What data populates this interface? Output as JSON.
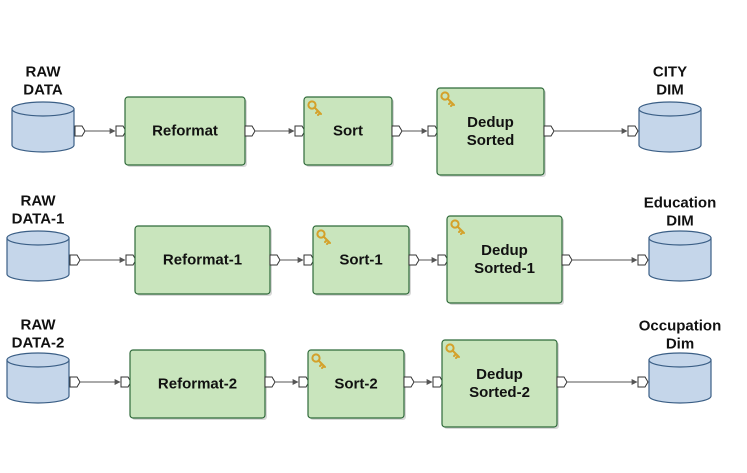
{
  "colors": {
    "node_fill": "#c9e5bd",
    "node_stroke": "#2f6a3a",
    "db_fill": "#c5d6ea",
    "db_stroke": "#3b5f86",
    "edge": "#555555",
    "key": "#d4a12a"
  },
  "rows": [
    {
      "source": {
        "label": [
          "RAW",
          "DATA"
        ]
      },
      "reformat": {
        "label": [
          "Reformat"
        ]
      },
      "sort": {
        "label": [
          "Sort"
        ],
        "icon": "key-icon"
      },
      "dedup": {
        "label": [
          "Dedup",
          "Sorted"
        ],
        "icon": "key-icon"
      },
      "target": {
        "label": [
          "CITY",
          "DIM"
        ]
      }
    },
    {
      "source": {
        "label": [
          "RAW",
          "DATA-1"
        ]
      },
      "reformat": {
        "label": [
          "Reformat-1"
        ]
      },
      "sort": {
        "label": [
          "Sort-1"
        ],
        "icon": "key-icon"
      },
      "dedup": {
        "label": [
          "Dedup",
          "Sorted-1"
        ],
        "icon": "key-icon"
      },
      "target": {
        "label": [
          "Education",
          "DIM"
        ]
      }
    },
    {
      "source": {
        "label": [
          "RAW",
          "DATA-2"
        ]
      },
      "reformat": {
        "label": [
          "Reformat-2"
        ]
      },
      "sort": {
        "label": [
          "Sort-2"
        ],
        "icon": "key-icon"
      },
      "dedup": {
        "label": [
          "Dedup",
          "Sorted-2"
        ],
        "icon": "key-icon"
      },
      "target": {
        "label": [
          "Occupation",
          "Dim"
        ]
      }
    }
  ]
}
